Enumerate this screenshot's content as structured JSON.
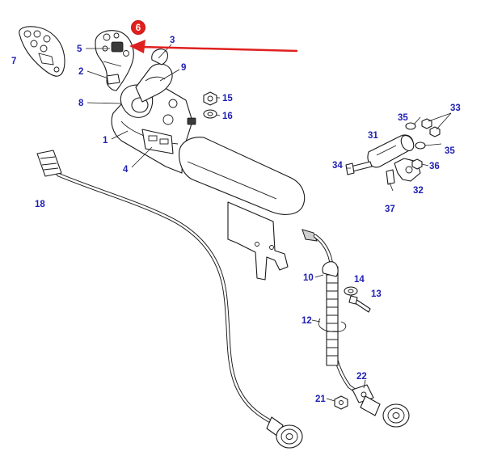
{
  "colors": {
    "label": "#1f1fb4",
    "highlight_badge": "#e0201f",
    "arrow": "#e0201f",
    "line": "#1a1a1a"
  },
  "highlight": {
    "number": "6"
  },
  "labels": {
    "l1": "1",
    "l2": "2",
    "l3": "3",
    "l4": "4",
    "l5": "5",
    "l7": "7",
    "l8": "8",
    "l9": "9",
    "l10": "10",
    "l12": "12",
    "l13": "13",
    "l14": "14",
    "l15": "15",
    "l16": "16",
    "l18": "18",
    "l21": "21",
    "l22": "22",
    "l31": "31",
    "l32": "32",
    "l33": "33",
    "l34": "34",
    "l35a": "35",
    "l35b": "35",
    "l36": "36",
    "l37": "37"
  }
}
